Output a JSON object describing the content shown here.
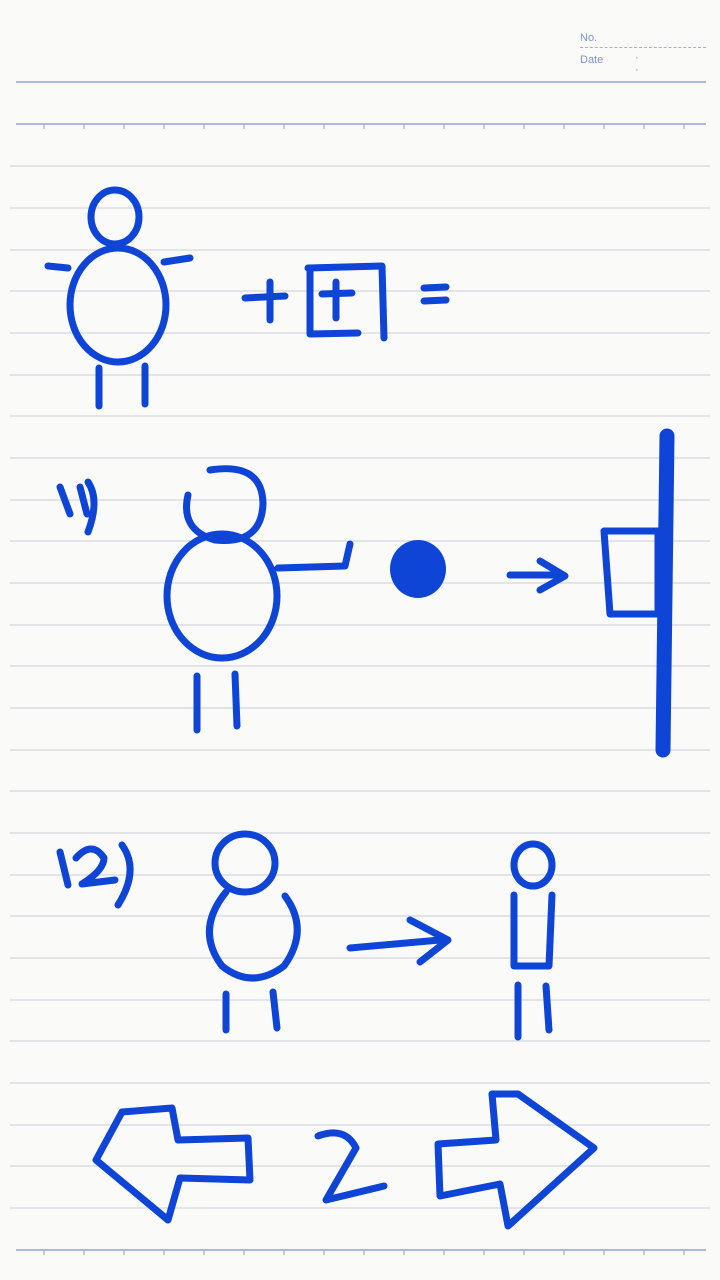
{
  "header": {
    "no_label": "No.",
    "date_label": "Date",
    "date_separators": "· ·"
  },
  "colors": {
    "paper": "#fafaf9",
    "rule_line": "#d9dde3",
    "margin_line": "#8fa4d8",
    "ink": "#0e45d6"
  },
  "drawings": {
    "step_11_label": "11)",
    "step_12_label": "12)",
    "middle_glyph": "2"
  }
}
